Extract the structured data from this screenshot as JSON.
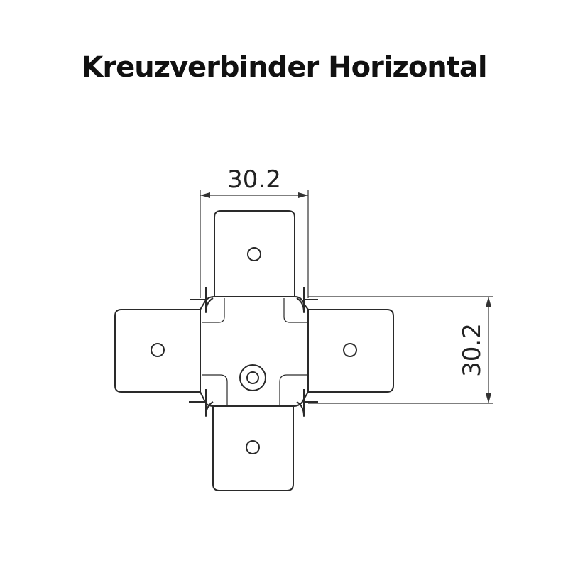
{
  "title": "Kreuzverbinder Horizontal",
  "dimensions": {
    "horizontal": "30.2",
    "vertical": "30.2"
  }
}
